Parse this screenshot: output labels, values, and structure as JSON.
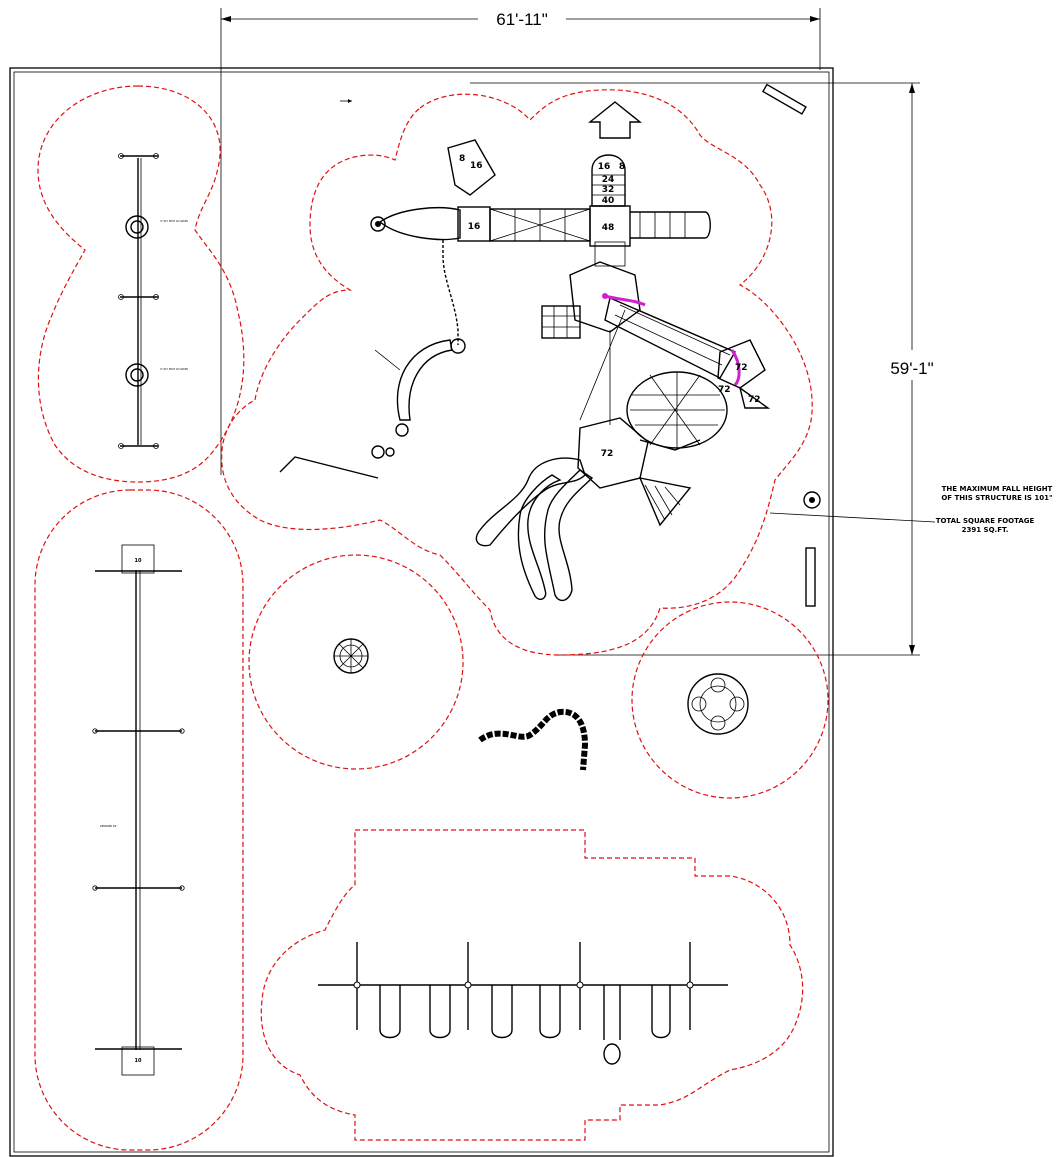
{
  "dimensions": {
    "width_label": "61'-11\"",
    "height_label": "59'-1\""
  },
  "notes": {
    "fall_height_line1": "THE MAXIMUM FALL HEIGHT",
    "fall_height_line2": "OF THIS STRUCTURE IS 101\"",
    "footage_line1": "TOTAL SQUARE FOOTAGE",
    "footage_line2": "2391 SQ.FT."
  },
  "deck_heights": {
    "h8a": "8",
    "h16a": "16",
    "h16b": "16",
    "h8b": "8",
    "h24": "24",
    "h32": "32",
    "h40": "40",
    "h48": "48",
    "h16c": "16",
    "h72a": "72",
    "h72b": "72",
    "h72c": "72",
    "h72d": "72",
    "h10a": "10",
    "h10b": "10"
  },
  "colors": {
    "use_zone": "#e01010",
    "highlight": "#d020d0",
    "ink": "#000000"
  }
}
